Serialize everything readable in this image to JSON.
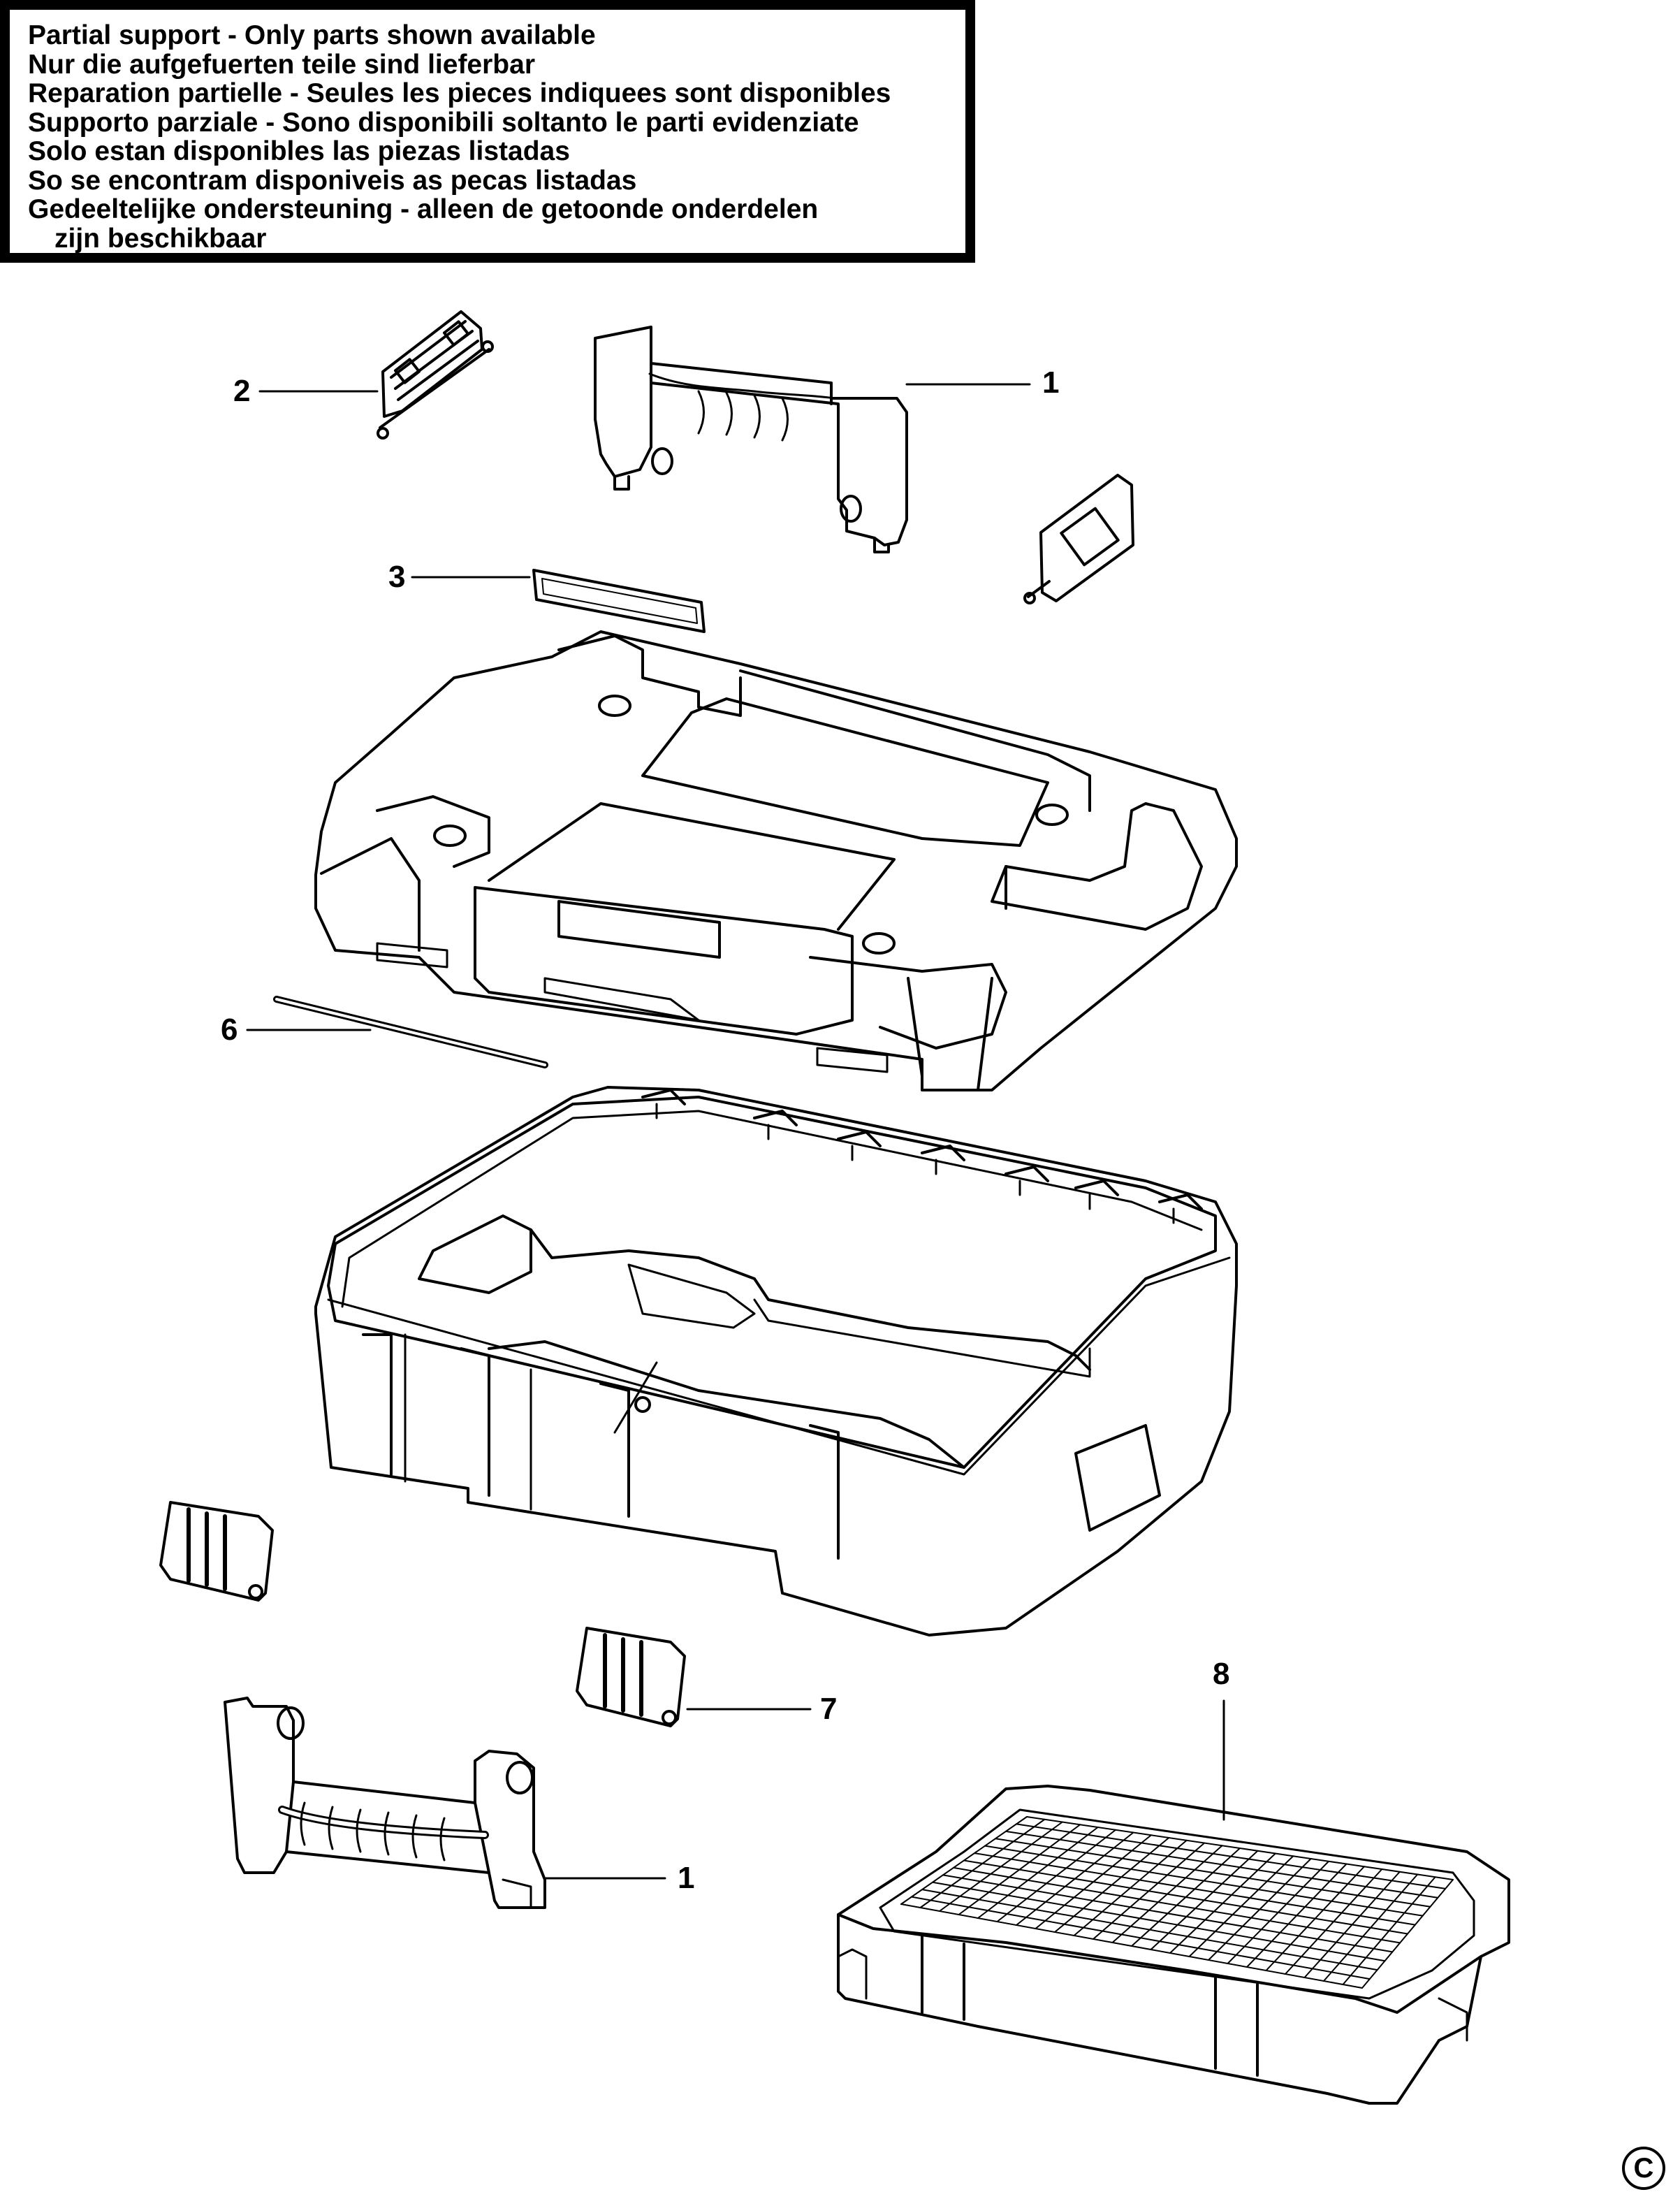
{
  "notice": {
    "lines": [
      "Partial support - Only parts shown available",
      "Nur die aufgefuerten teile sind lieferbar",
      "Reparation partielle - Seules les pieces indiquees sont disponibles",
      "Supporto parziale - Sono disponibili soltanto le parti evidenziate",
      "Solo estan disponibles las piezas listadas",
      "So se encontram disponiveis as pecas listadas",
      "Gedeeltelijke ondersteuning - alleen de getoonde onderdelen",
      "zijn beschikbaar"
    ]
  },
  "callouts": {
    "c1_top": "1",
    "c2": "2",
    "c3": "3",
    "c6": "6",
    "c7": "7",
    "c8": "8",
    "c1_bottom": "1"
  },
  "copyright": {
    "symbol": "C"
  },
  "colors": {
    "line": "#000000",
    "background": "#ffffff"
  }
}
